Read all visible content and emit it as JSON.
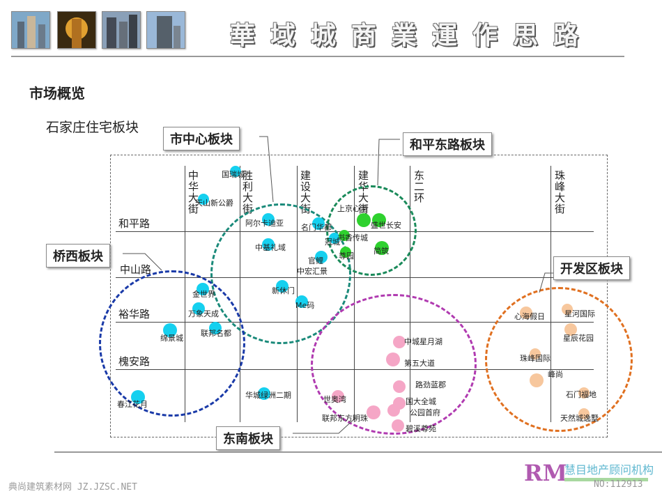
{
  "header": {
    "title": "華域城商業運作思路"
  },
  "section_heading": "市场概览",
  "sub_heading": "石家庄住宅板块",
  "roads_horizontal": [
    {
      "name": "和平路"
    },
    {
      "name": "中山路"
    },
    {
      "name": "裕华路"
    },
    {
      "name": "槐安路"
    }
  ],
  "roads_vertical": [
    {
      "name": "中华大街"
    },
    {
      "name": "胜利大街"
    },
    {
      "name": "建设大街"
    },
    {
      "name": "建华大街"
    },
    {
      "name": "东二环"
    },
    {
      "name": "珠峰大街"
    }
  ],
  "zones": [
    {
      "name": "市中心板块",
      "color": "#1a8a7a"
    },
    {
      "name": "和平东路板块",
      "color": "#1a8a5a"
    },
    {
      "name": "桥西板块",
      "color": "#1a3aa8"
    },
    {
      "name": "开发区板块",
      "color": "#e07020"
    },
    {
      "name": "东南板块",
      "color": "#b03ab0"
    }
  ],
  "projects": [
    {
      "name": "国瑞城",
      "color": "cyan"
    },
    {
      "name": "天山新公爵",
      "color": "cyan"
    },
    {
      "name": "阿尔卡迪亚",
      "color": "cyan"
    },
    {
      "name": "中基礼域",
      "color": "cyan"
    },
    {
      "name": "名门华都",
      "color": "cyan"
    },
    {
      "name": "冠城",
      "color": "cyan"
    },
    {
      "name": "官鲤",
      "color": "cyan"
    },
    {
      "name": "中宏汇景",
      "color": "cyan"
    },
    {
      "name": "新休门",
      "color": "cyan"
    },
    {
      "name": "Me码",
      "color": "cyan"
    },
    {
      "name": "金世界",
      "color": "cyan"
    },
    {
      "name": "万象天成",
      "color": "cyan"
    },
    {
      "name": "联邦名都",
      "color": "cyan"
    },
    {
      "name": "绵景城",
      "color": "cyan"
    },
    {
      "name": "春江花月",
      "color": "cyan"
    },
    {
      "name": "华城绿洲二期",
      "color": "cyan"
    },
    {
      "name": "上京心湾",
      "color": "green"
    },
    {
      "name": "盛世长安",
      "color": "green"
    },
    {
      "name": "书香传城",
      "color": "green"
    },
    {
      "name": "简筑",
      "color": "green"
    },
    {
      "name": "尊园",
      "color": "green"
    },
    {
      "name": "中城星月湖",
      "color": "pink"
    },
    {
      "name": "第五大道",
      "color": "pink"
    },
    {
      "name": "路劲蓝郡",
      "color": "pink"
    },
    {
      "name": "国大全城",
      "color": "pink"
    },
    {
      "name": "公园首府",
      "color": "pink"
    },
    {
      "name": "世奥湾",
      "color": "pink"
    },
    {
      "name": "联邦东方明珠",
      "color": "pink"
    },
    {
      "name": "碧溪尊苑",
      "color": "pink"
    },
    {
      "name": "心海假日",
      "color": "peach"
    },
    {
      "name": "星河国际",
      "color": "peach"
    },
    {
      "name": "星辰花园",
      "color": "peach"
    },
    {
      "name": "珠峰国际",
      "color": "peach"
    },
    {
      "name": "峰尚",
      "color": "peach"
    },
    {
      "name": "石门福地",
      "color": "peach"
    },
    {
      "name": "天然城逸墅",
      "color": "peach"
    }
  ],
  "footer": {
    "watermark": "典尚建筑素材网 JZ.JZSC.NET",
    "logo_text": "慧目地产顾问机构",
    "page_no": "NO:112913"
  }
}
